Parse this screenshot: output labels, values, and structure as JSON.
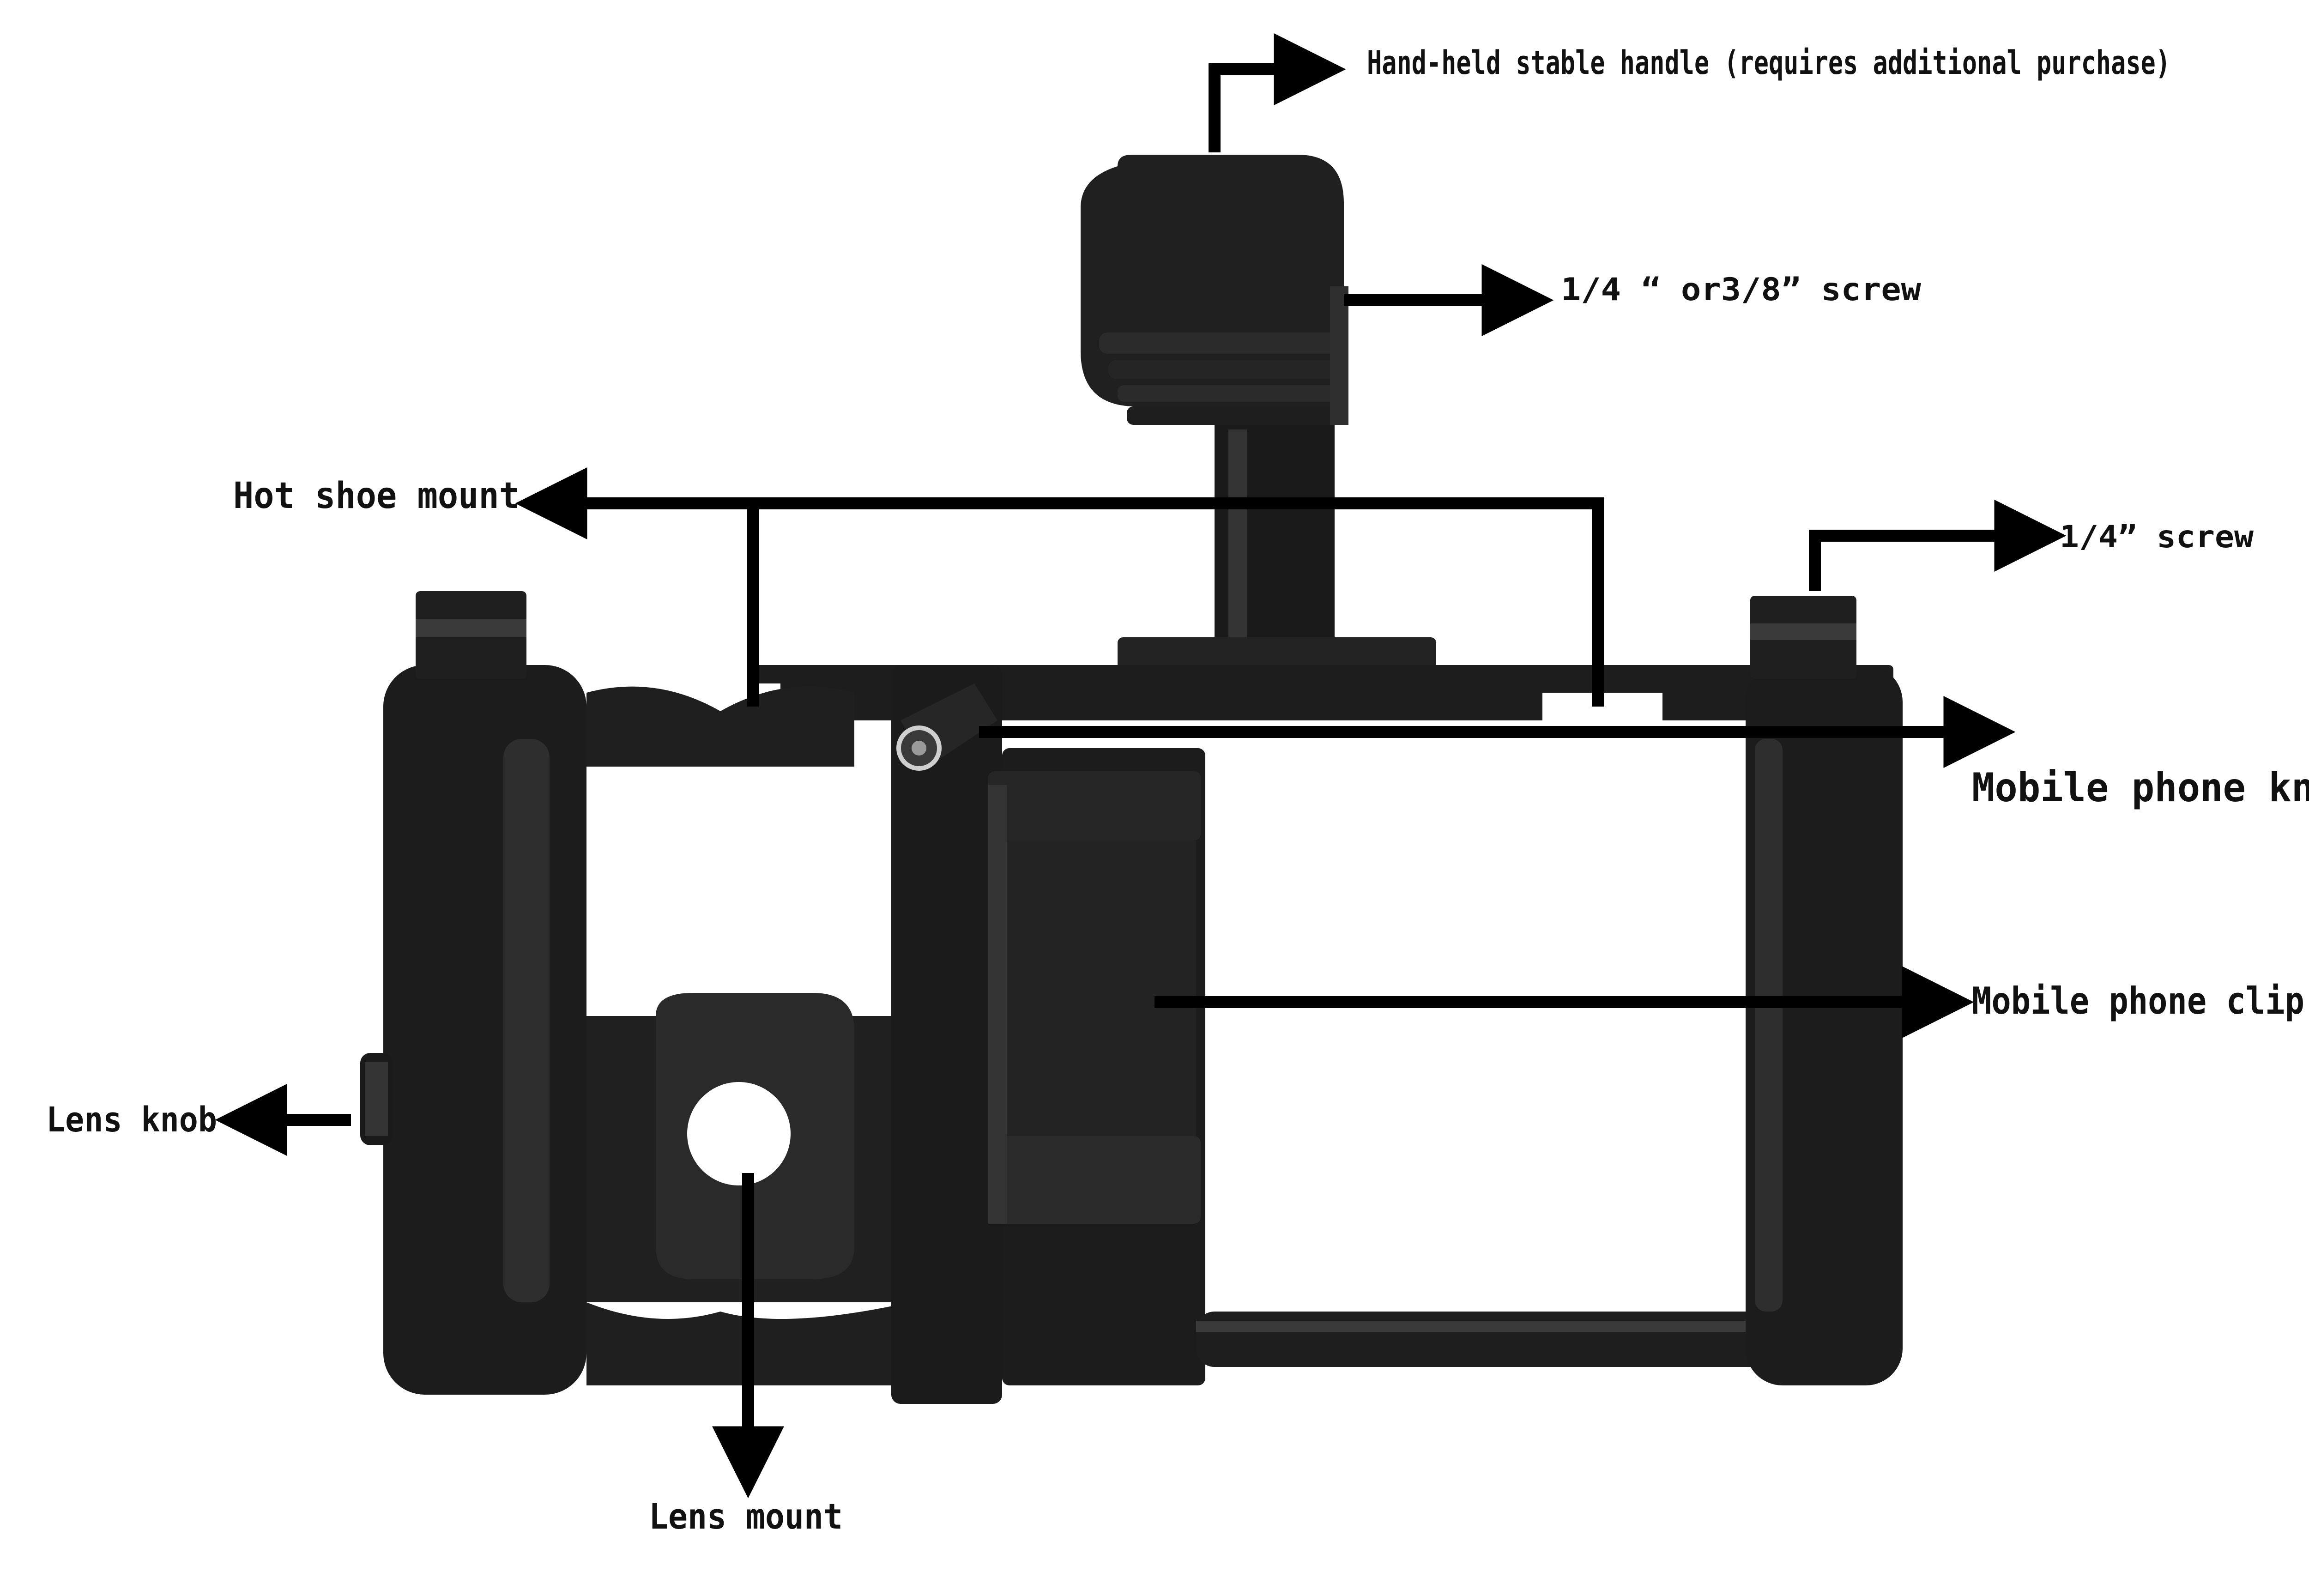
{
  "colors": {
    "background": "#ffffff",
    "device": "#1c1c1c",
    "device_shade": "#2e2e2e",
    "device_highlight": "#4a4a4a",
    "arrow": "#000000",
    "text": "#111111"
  },
  "callouts": {
    "handle": "Hand-held stable handle (requires additional purchase)",
    "handle_screw": "1/4 “ or3/8”  screw",
    "hot_shoe": "Hot shoe mount",
    "side_screw": "1/4”  screw",
    "phone_knob": "Mobile phone knob",
    "phone_clip": "Mobile phone clip",
    "lens_knob": "Lens knob",
    "lens_mount": "Lens mount"
  }
}
